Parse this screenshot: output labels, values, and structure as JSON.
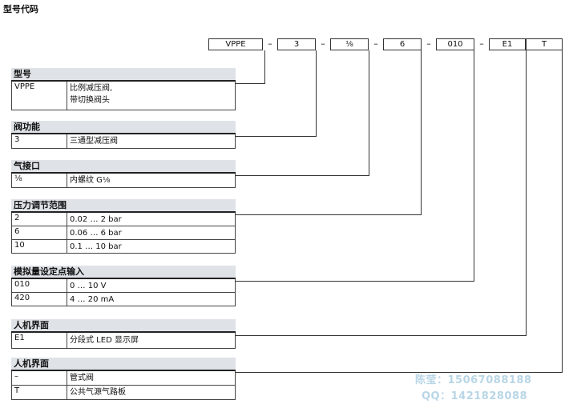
{
  "title": "型号代码",
  "code": [
    "VPPE",
    "3",
    "⅛",
    "6",
    "010",
    "E1",
    "T"
  ],
  "dash": "–",
  "sections": [
    {
      "title": "型号",
      "rows": [
        {
          "code": "VPPE",
          "desc": [
            "比例减压阀,",
            "带切换阀头"
          ]
        }
      ]
    },
    {
      "title": "阀功能",
      "rows": [
        {
          "code": "3",
          "desc": [
            "三通型减压阀"
          ]
        }
      ]
    },
    {
      "title": "气接口",
      "rows": [
        {
          "code": "⅛",
          "desc": [
            "内螺纹 G⅛"
          ]
        }
      ]
    },
    {
      "title": "压力调节范围",
      "rows": [
        {
          "code": "2",
          "desc": [
            "0.02 … 2 bar"
          ]
        },
        {
          "code": "6",
          "desc": [
            "0.06 … 6 bar"
          ]
        },
        {
          "code": "10",
          "desc": [
            "0.1 … 10 bar"
          ]
        }
      ]
    },
    {
      "title": "模拟量设定点输入",
      "rows": [
        {
          "code": "010",
          "desc": [
            "0 … 10 V"
          ]
        },
        {
          "code": "420",
          "desc": [
            "4 … 20 mA"
          ]
        }
      ]
    },
    {
      "title": "人机界面",
      "rows": [
        {
          "code": "E1",
          "desc": [
            "分段式 LED 显示屏"
          ]
        }
      ]
    },
    {
      "title": "人机界面",
      "rows": [
        {
          "code": "–",
          "desc": [
            "管式阀"
          ]
        },
        {
          "code": "T",
          "desc": [
            "公共气源气路板"
          ]
        }
      ]
    }
  ],
  "watermark": {
    "line1": "陈莹：15067088188",
    "line2": "QQ：1421828088",
    "color": "#b9d6e6"
  }
}
